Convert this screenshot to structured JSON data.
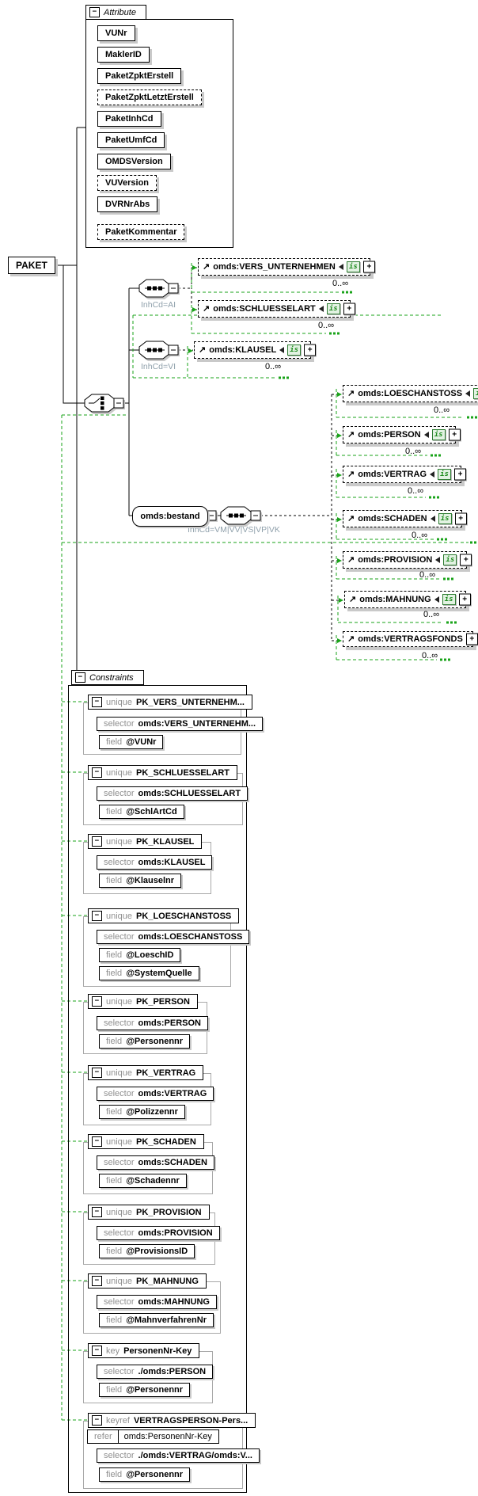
{
  "root": {
    "name": "PAKET"
  },
  "glyphs": {
    "minus": "−",
    "plus": "+",
    "is": "is",
    "ref_arrow": "↗"
  },
  "labels": {
    "selector": "selector",
    "field": "field",
    "refer": "refer"
  },
  "attribute_box": {
    "title": "Attribute",
    "items": [
      {
        "label": "VUNr",
        "optional": false
      },
      {
        "label": "MaklerID",
        "optional": false
      },
      {
        "label": "PaketZpktErstell",
        "optional": false
      },
      {
        "label": "PaketZpktLetztErstell",
        "optional": true
      },
      {
        "label": "PaketInhCd",
        "optional": false
      },
      {
        "label": "PaketUmfCd",
        "optional": false
      },
      {
        "label": "OMDSVersion",
        "optional": false
      },
      {
        "label": "VUVersion",
        "optional": true
      },
      {
        "label": "DVRNrAbs",
        "optional": false
      },
      {
        "label": "PaketKommentar",
        "optional": true
      }
    ]
  },
  "connectors": {
    "seq_ai_label": "InhCd=AI",
    "seq_vi_label": "InhCd=VI",
    "bestand_name": "omds:bestand",
    "seq_bestand_label": "InhCd=VM|VV|VS|VP|VK"
  },
  "elements": [
    {
      "name": "omds:VERS_UNTERNEHMEN",
      "occurs": "0..∞"
    },
    {
      "name": "omds:SCHLUESSELART",
      "occurs": "0..∞"
    },
    {
      "name": "omds:KLAUSEL",
      "occurs": "0..∞"
    },
    {
      "name": "omds:LOESCHANSTOSS",
      "occurs": "0..∞"
    },
    {
      "name": "omds:PERSON",
      "occurs": "0..∞"
    },
    {
      "name": "omds:VERTRAG",
      "occurs": "0..∞"
    },
    {
      "name": "omds:SCHADEN",
      "occurs": "0..∞"
    },
    {
      "name": "omds:PROVISION",
      "occurs": "0..∞"
    },
    {
      "name": "omds:MAHNUNG",
      "occurs": "0..∞"
    },
    {
      "name": "omds:VERTRAGSFONDS",
      "occurs": "0..∞"
    }
  ],
  "constraints_box": {
    "title": "Constraints",
    "items": [
      {
        "kind": "unique",
        "name": "PK_VERS_UNTERNEHM...",
        "selector": "omds:VERS_UNTERNEHM...",
        "fields": [
          "@VUNr"
        ]
      },
      {
        "kind": "unique",
        "name": "PK_SCHLUESSELART",
        "selector": "omds:SCHLUESSELART",
        "fields": [
          "@SchlArtCd"
        ]
      },
      {
        "kind": "unique",
        "name": "PK_KLAUSEL",
        "selector": "omds:KLAUSEL",
        "fields": [
          "@Klauselnr"
        ]
      },
      {
        "kind": "unique",
        "name": "PK_LOESCHANSTOSS",
        "selector": "omds:LOESCHANSTOSS",
        "fields": [
          "@LoeschID",
          "@SystemQuelle"
        ]
      },
      {
        "kind": "unique",
        "name": "PK_PERSON",
        "selector": "omds:PERSON",
        "fields": [
          "@Personennr"
        ]
      },
      {
        "kind": "unique",
        "name": "PK_VERTRAG",
        "selector": "omds:VERTRAG",
        "fields": [
          "@Polizzennr"
        ]
      },
      {
        "kind": "unique",
        "name": "PK_SCHADEN",
        "selector": "omds:SCHADEN",
        "fields": [
          "@Schadennr"
        ]
      },
      {
        "kind": "unique",
        "name": "PK_PROVISION",
        "selector": "omds:PROVISION",
        "fields": [
          "@ProvisionsID"
        ]
      },
      {
        "kind": "unique",
        "name": "PK_MAHNUNG",
        "selector": "omds:MAHNUNG",
        "fields": [
          "@MahnverfahrenNr"
        ]
      },
      {
        "kind": "key",
        "name": "PersonenNr-Key",
        "selector": "./omds:PERSON",
        "fields": [
          "@Personennr"
        ]
      },
      {
        "kind": "keyref",
        "name": "VERTRAGSPERSON-Pers...",
        "refer": "omds:PersonenNr-Key",
        "selector": "./omds:VERTRAG/omds:V...",
        "fields": [
          "@Personennr"
        ]
      }
    ]
  }
}
